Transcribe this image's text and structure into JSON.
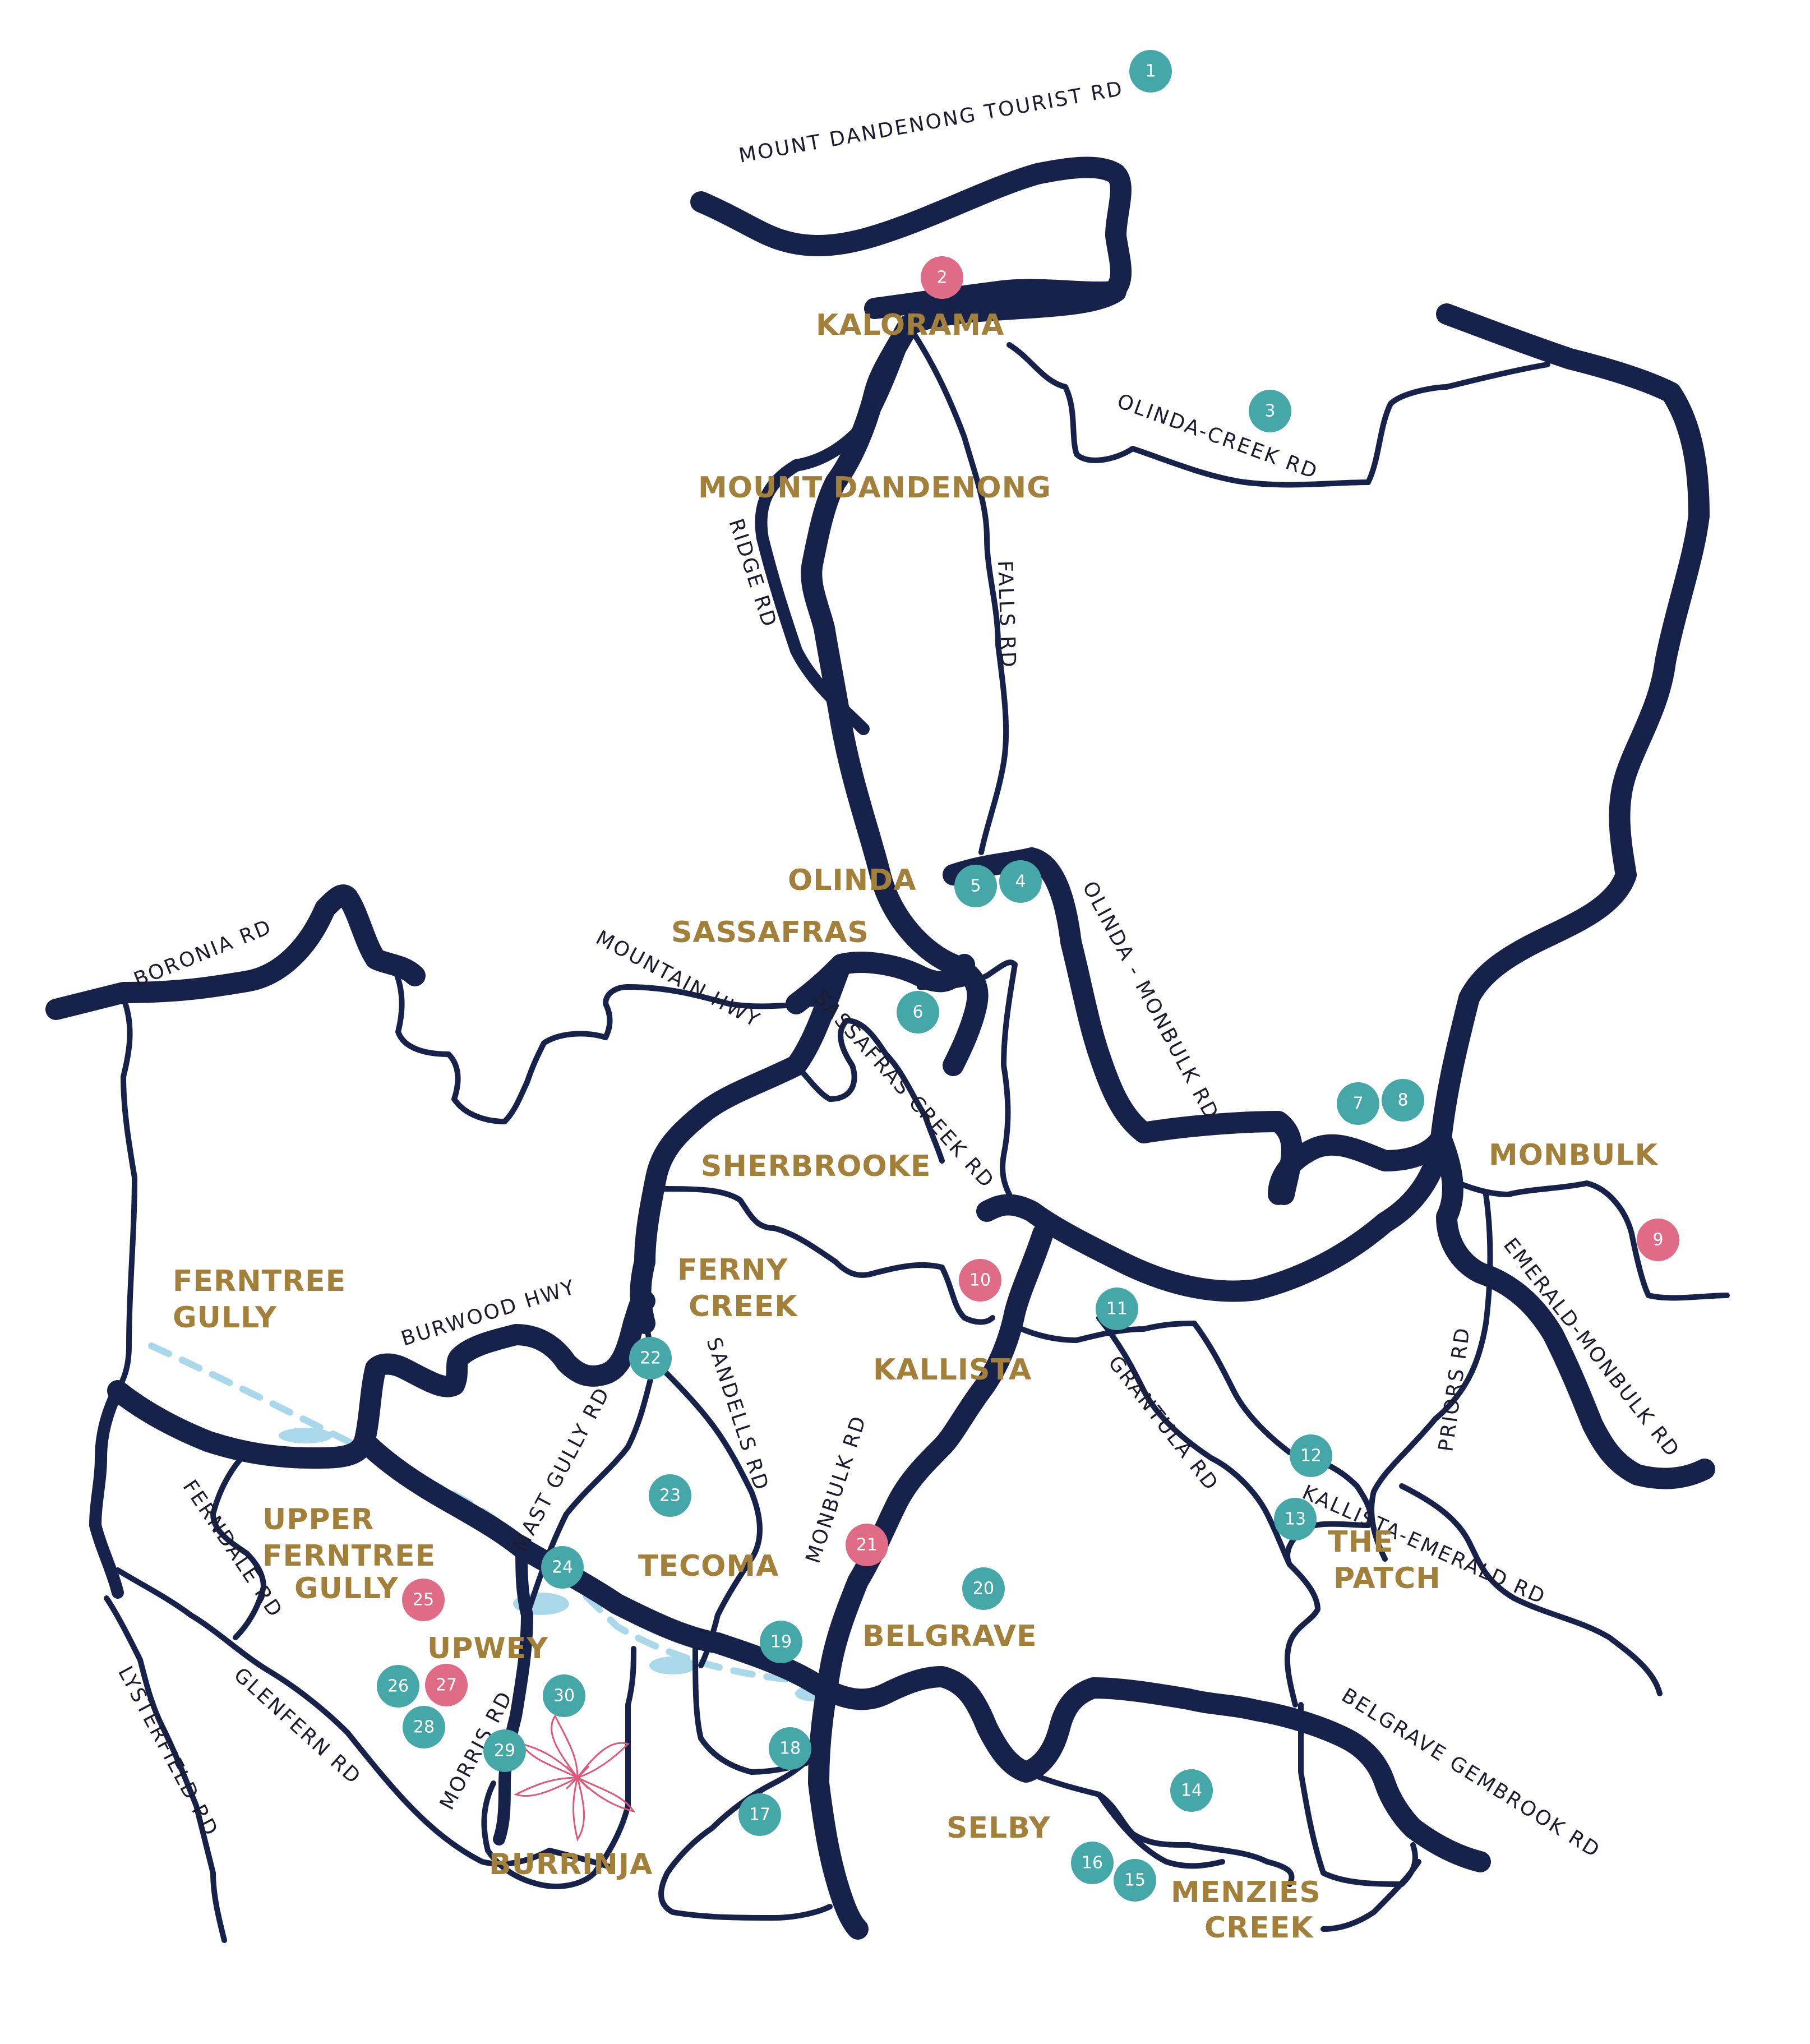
{
  "colors": {
    "road": "#17224a",
    "place_label": "#a3803a",
    "marker_teal": "#46a7a9",
    "marker_pink": "#e06b86",
    "creek": "#a9d8ea",
    "flower": "#e0577a"
  },
  "places": [
    {
      "id": "kalorama",
      "text": "KALORAMA"
    },
    {
      "id": "mount-dandenong",
      "text": "MOUNT DANDENONG"
    },
    {
      "id": "olinda",
      "text": "OLINDA"
    },
    {
      "id": "sassafras",
      "text": "SASSAFRAS"
    },
    {
      "id": "sherbrooke",
      "text": "SHERBROOKE"
    },
    {
      "id": "monbulk",
      "text": "MONBULK"
    },
    {
      "id": "ferntree-gully-1",
      "text": "FERNTREE"
    },
    {
      "id": "ferntree-gully-2",
      "text": "GULLY"
    },
    {
      "id": "ferny-creek-1",
      "text": "FERNY"
    },
    {
      "id": "ferny-creek-2",
      "text": "CREEK"
    },
    {
      "id": "kallista",
      "text": "KALLISTA"
    },
    {
      "id": "upper-ftg-1",
      "text": "UPPER"
    },
    {
      "id": "upper-ftg-2",
      "text": "FERNTREE"
    },
    {
      "id": "upper-ftg-3",
      "text": "GULLY"
    },
    {
      "id": "upwey",
      "text": "UPWEY"
    },
    {
      "id": "tecoma",
      "text": "TECOMA"
    },
    {
      "id": "belgrave",
      "text": "BELGRAVE"
    },
    {
      "id": "the-patch-1",
      "text": "THE"
    },
    {
      "id": "the-patch-2",
      "text": "PATCH"
    },
    {
      "id": "selby",
      "text": "SELBY"
    },
    {
      "id": "menzies-creek-1",
      "text": "MENZIES"
    },
    {
      "id": "menzies-creek-2",
      "text": "CREEK"
    },
    {
      "id": "burrinja",
      "text": "BURRINJA"
    }
  ],
  "roads": [
    {
      "id": "mount-dandenong-tourist-rd",
      "text": "MOUNT DANDENONG TOURIST RD"
    },
    {
      "id": "olinda-creek-rd",
      "text": "OLINDA-CREEK RD"
    },
    {
      "id": "ridge-rd",
      "text": "RIDGE RD"
    },
    {
      "id": "falls-rd",
      "text": "FALLS RD"
    },
    {
      "id": "olinda-monbulk-rd",
      "text": "OLINDA - MONBULK RD"
    },
    {
      "id": "boronia-rd",
      "text": "BORONIA RD"
    },
    {
      "id": "mountain-hwy",
      "text": "MOUNTAIN HWY"
    },
    {
      "id": "sassafras-creek-rd",
      "text": "SASSAFRAS CREEK RD"
    },
    {
      "id": "emerald-monbulk-rd",
      "text": "EMERALD-MONBULK RD"
    },
    {
      "id": "burwood-hwy",
      "text": "BURWOOD HWY"
    },
    {
      "id": "sandells-rd",
      "text": "SANDELLS RD"
    },
    {
      "id": "monbulk-rd",
      "text": "MONBULK RD"
    },
    {
      "id": "grantula-rd",
      "text": "GRANTULA RD"
    },
    {
      "id": "priors-rd",
      "text": "PRIORS RD"
    },
    {
      "id": "kallista-emerald-rd",
      "text": "KALLISTA-EMERALD RD"
    },
    {
      "id": "mast-gully-rd",
      "text": "MAST GULLY RD"
    },
    {
      "id": "ferndale-rd",
      "text": "FERNDALE RD"
    },
    {
      "id": "glenfern-rd",
      "text": "GLENFERN RD"
    },
    {
      "id": "lysterfield-rd",
      "text": "LYSTERFIELD RD"
    },
    {
      "id": "morris-rd",
      "text": "MORRIS RD"
    },
    {
      "id": "belgrave-gembrook-rd",
      "text": "BELGRAVE GEMBROOK RD"
    }
  ],
  "markers": [
    {
      "num": "1",
      "color": "teal"
    },
    {
      "num": "2",
      "color": "pink"
    },
    {
      "num": "3",
      "color": "teal"
    },
    {
      "num": "4",
      "color": "teal"
    },
    {
      "num": "5",
      "color": "teal"
    },
    {
      "num": "6",
      "color": "teal"
    },
    {
      "num": "7",
      "color": "teal"
    },
    {
      "num": "8",
      "color": "teal"
    },
    {
      "num": "9",
      "color": "pink"
    },
    {
      "num": "10",
      "color": "pink"
    },
    {
      "num": "11",
      "color": "teal"
    },
    {
      "num": "12",
      "color": "teal"
    },
    {
      "num": "13",
      "color": "teal"
    },
    {
      "num": "14",
      "color": "teal"
    },
    {
      "num": "15",
      "color": "teal"
    },
    {
      "num": "16",
      "color": "teal"
    },
    {
      "num": "17",
      "color": "teal"
    },
    {
      "num": "18",
      "color": "teal"
    },
    {
      "num": "19",
      "color": "teal"
    },
    {
      "num": "20",
      "color": "teal"
    },
    {
      "num": "21",
      "color": "pink"
    },
    {
      "num": "22",
      "color": "teal"
    },
    {
      "num": "23",
      "color": "teal"
    },
    {
      "num": "24",
      "color": "teal"
    },
    {
      "num": "25",
      "color": "pink"
    },
    {
      "num": "26",
      "color": "teal"
    },
    {
      "num": "27",
      "color": "pink"
    },
    {
      "num": "28",
      "color": "teal"
    },
    {
      "num": "29",
      "color": "teal"
    },
    {
      "num": "30",
      "color": "teal"
    }
  ],
  "icons": {
    "burrinja_symbol": "flower-icon"
  }
}
